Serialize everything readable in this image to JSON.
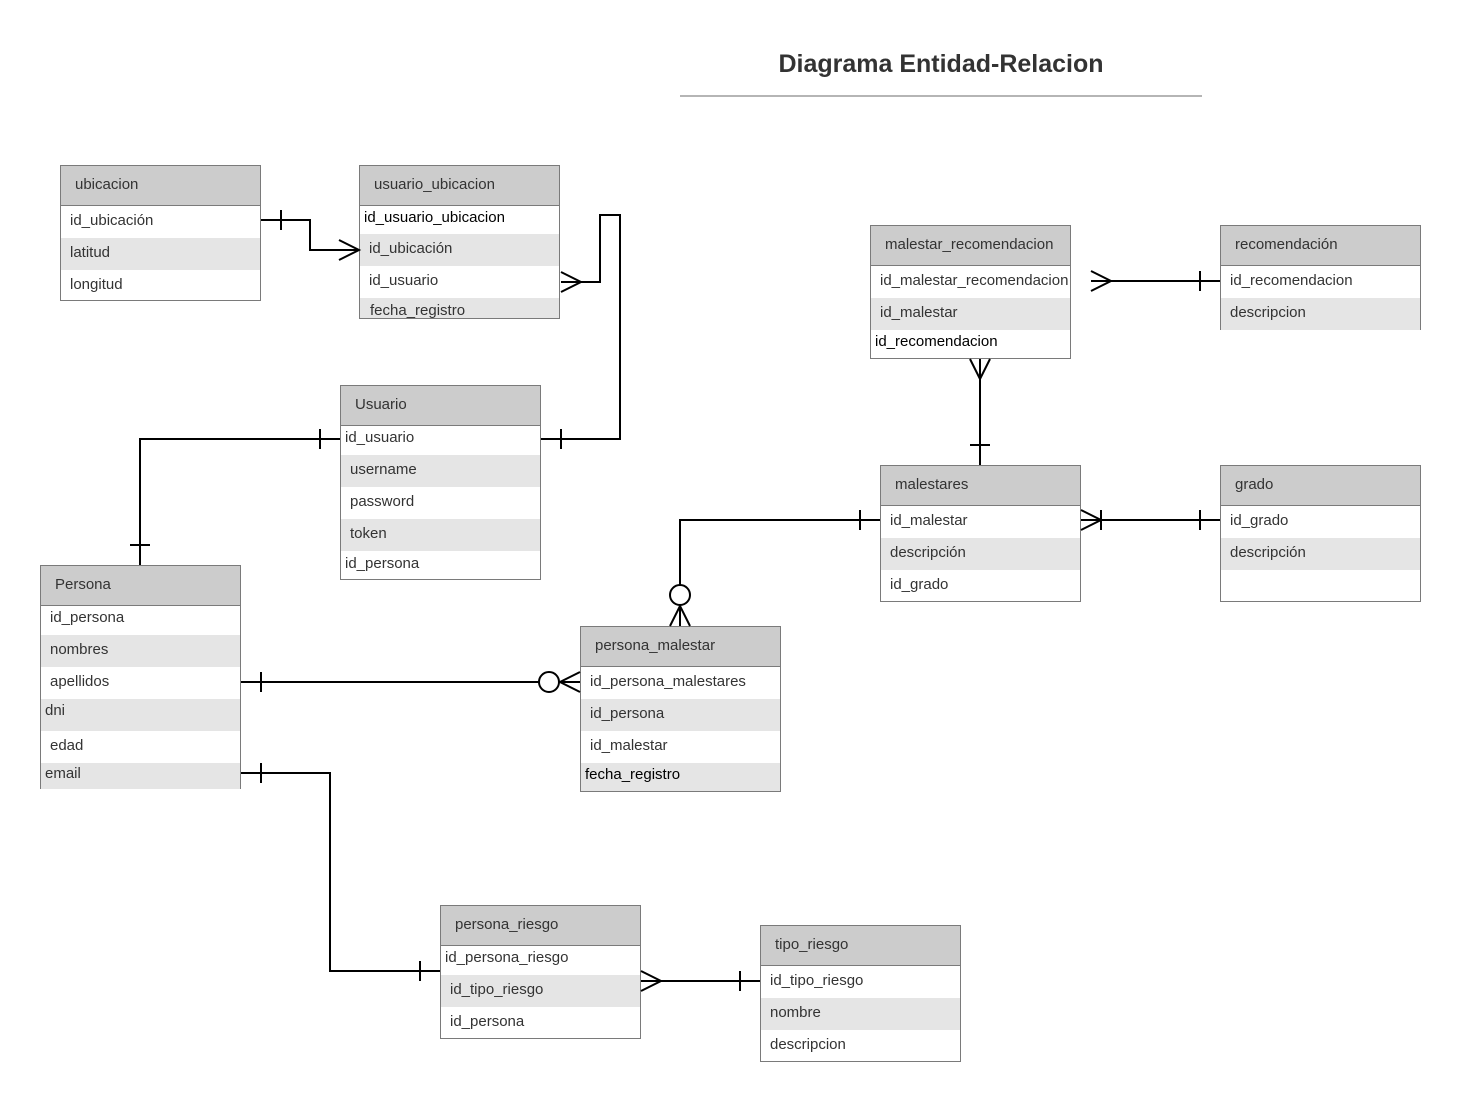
{
  "title": "Diagrama Entidad-Relacion",
  "entities": {
    "ubicacion": {
      "name": "ubicacion",
      "fields": [
        "id_ubicación",
        "latitud",
        "longitud"
      ]
    },
    "usuario_ubicacion": {
      "name": "usuario_ubicacion",
      "fields": [
        "id_usuario_ubicacion",
        "id_ubicación",
        "id_usuario",
        "fecha_registro"
      ]
    },
    "usuario": {
      "name": "Usuario",
      "fields": [
        "id_usuario",
        "username",
        "password",
        "token",
        "id_persona"
      ]
    },
    "persona": {
      "name": "Persona",
      "fields": [
        "id_persona",
        "nombres",
        "apellidos",
        "dni",
        "edad",
        "email"
      ]
    },
    "persona_malestar": {
      "name": "persona_malestar",
      "fields": [
        "id_persona_malestares",
        "id_persona",
        "id_malestar",
        "fecha_registro"
      ]
    },
    "malestar_recomendacion": {
      "name": "malestar_recomendacion",
      "fields": [
        "id_malestar_recomendacion",
        "id_malestar",
        "id_recomendacion"
      ]
    },
    "recomendacion": {
      "name": "recomendación",
      "fields": [
        "id_recomendacion",
        "descripcion"
      ]
    },
    "malestares": {
      "name": "malestares",
      "fields": [
        "id_malestar",
        "descripción",
        "id_grado"
      ]
    },
    "grado": {
      "name": "grado",
      "fields": [
        "id_grado",
        "descripción"
      ]
    },
    "persona_riesgo": {
      "name": "persona_riesgo",
      "fields": [
        "id_persona_riesgo",
        "id_tipo_riesgo",
        "id_persona"
      ]
    },
    "tipo_riesgo": {
      "name": "tipo_riesgo",
      "fields": [
        "id_tipo_riesgo",
        "nombre",
        "descripcion"
      ]
    }
  }
}
